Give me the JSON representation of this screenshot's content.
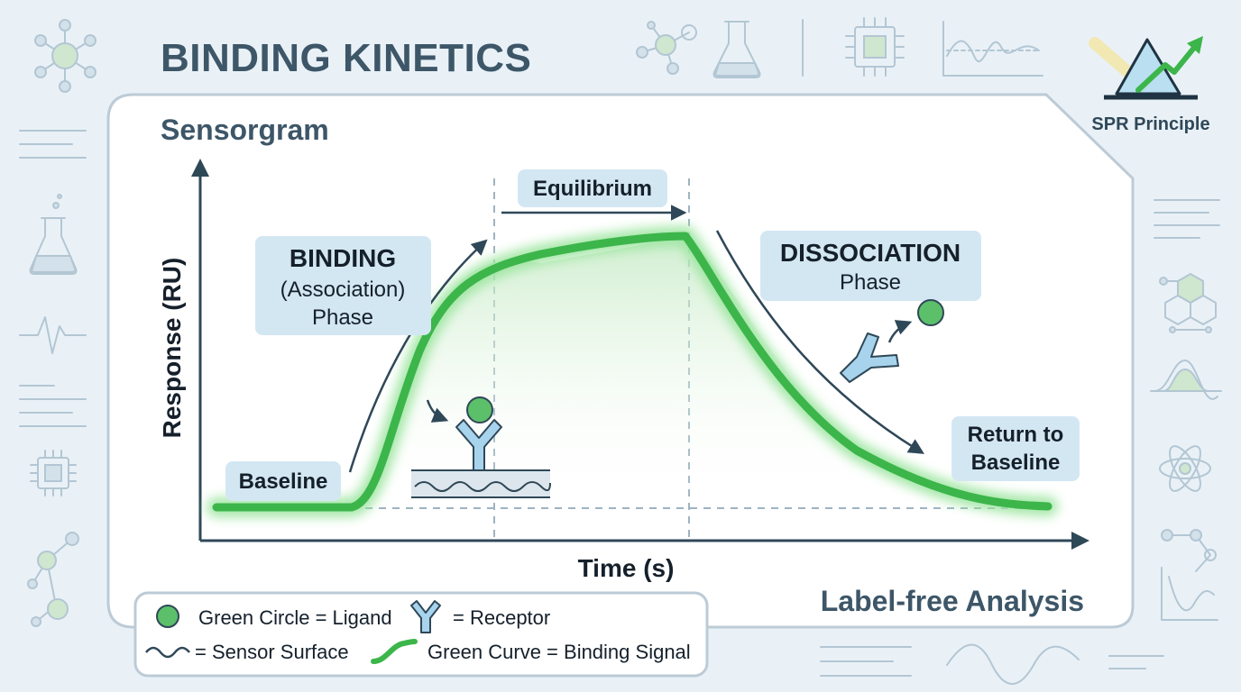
{
  "title": "BINDING KINETICS",
  "corner_badge": {
    "label": "SPR Principle"
  },
  "panel": {
    "heading": "Sensorgram",
    "footer": "Label-free Analysis"
  },
  "axes": {
    "y_label": "Response (RU)",
    "x_label": "Time (s)"
  },
  "phases": {
    "baseline": "Baseline",
    "binding": {
      "line1": "BINDING",
      "line2": "(Association)",
      "line3": "Phase"
    },
    "equilibrium": "Equilibrium",
    "dissociation": {
      "line1": "DISSOCIATION",
      "line2": "Phase"
    },
    "return": {
      "line1": "Return to",
      "line2": "Baseline"
    }
  },
  "legend": {
    "ligand": "Green Circle = Ligand",
    "receptor": "= Receptor",
    "surface": "= Sensor Surface",
    "curve": "Green Curve = Binding Signal"
  },
  "colors": {
    "curve": "#3cb54a",
    "curve_glow": "#9be59f",
    "label_box": "#d3e7f3",
    "axis": "#2f4858",
    "receptor": "#a8d3ec",
    "ligand": "#5cbf6a"
  }
}
